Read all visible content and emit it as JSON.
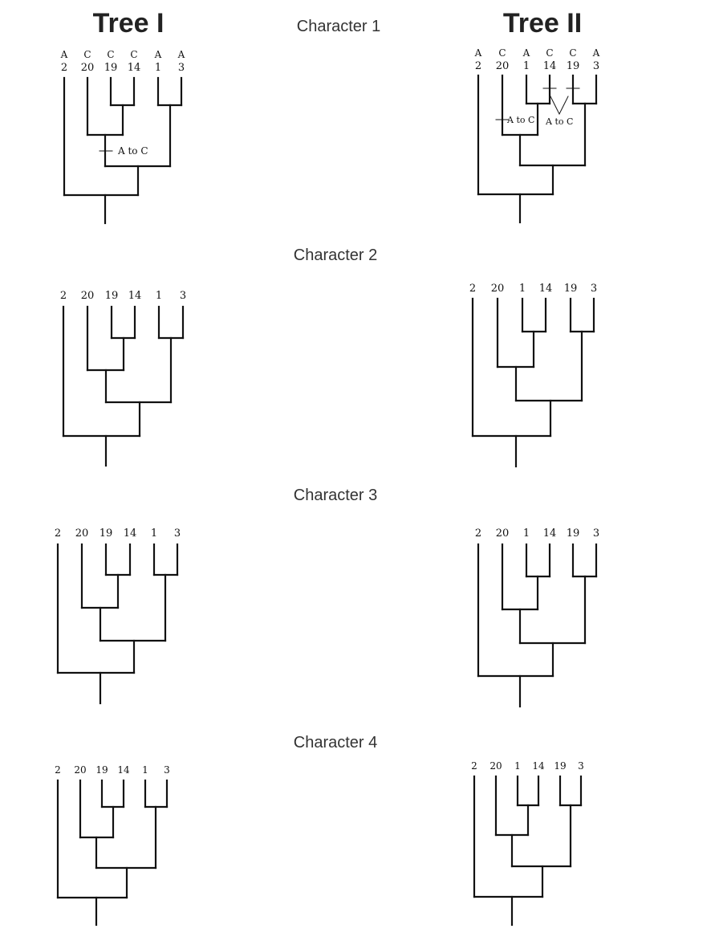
{
  "headers": {
    "tree1": "Tree I",
    "tree2": "Tree II"
  },
  "panels": [
    {
      "title": "Character 1",
      "tree1": {
        "taxa": [
          "2",
          "20",
          "19",
          "14",
          "1",
          "3"
        ],
        "states": [
          "A",
          "C",
          "C",
          "C",
          "A",
          "A"
        ],
        "change_labels": [
          "A to C"
        ]
      },
      "tree2": {
        "taxa": [
          "2",
          "20",
          "1",
          "14",
          "19",
          "3"
        ],
        "states": [
          "A",
          "C",
          "A",
          "C",
          "C",
          "A"
        ],
        "change_labels": [
          "A to C",
          "A to C"
        ]
      }
    },
    {
      "title": "Character 2",
      "tree1": {
        "taxa": [
          "2",
          "20",
          "19",
          "14",
          "1",
          "3"
        ]
      },
      "tree2": {
        "taxa": [
          "2",
          "20",
          "1",
          "14",
          "19",
          "3"
        ]
      }
    },
    {
      "title": "Character 3",
      "tree1": {
        "taxa": [
          "2",
          "20",
          "19",
          "14",
          "1",
          "3"
        ]
      },
      "tree2": {
        "taxa": [
          "2",
          "20",
          "1",
          "14",
          "19",
          "3"
        ]
      }
    },
    {
      "title": "Character 4",
      "tree1": {
        "taxa": [
          "2",
          "20",
          "19",
          "14",
          "1",
          "3"
        ]
      },
      "tree2": {
        "taxa": [
          "2",
          "20",
          "1",
          "14",
          "19",
          "3"
        ]
      }
    }
  ]
}
